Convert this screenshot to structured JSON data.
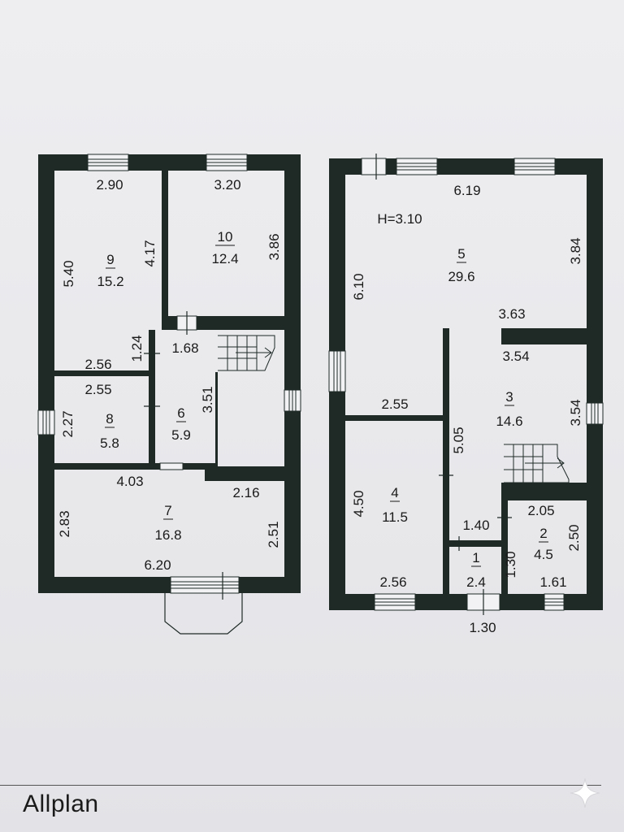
{
  "footer": {
    "brand": "Allplan",
    "sparkle_icon": "sparkle-icon"
  },
  "colors": {
    "wall": "#1f2a27",
    "paper": "#eeeef1",
    "text": "#1a1a1a"
  },
  "ground_floor": {
    "rooms": [
      {
        "number": "9",
        "area": "15.2"
      },
      {
        "number": "10",
        "area": "12.4"
      },
      {
        "number": "8",
        "area": "5.8"
      },
      {
        "number": "6",
        "area": "5.9"
      },
      {
        "number": "7",
        "area": "16.8"
      }
    ],
    "dims": [
      "2.90",
      "3.20",
      "5.40",
      "4.17",
      "3.86",
      "1.24",
      "1.68",
      "2.56",
      "2.55",
      "2.27",
      "3.51",
      "4.03",
      "2.16",
      "2.83",
      "2.51",
      "6.20"
    ]
  },
  "upper_floor": {
    "height_label": "H=3.10",
    "rooms": [
      {
        "number": "5",
        "area": "29.6"
      },
      {
        "number": "3",
        "area": "14.6"
      },
      {
        "number": "4",
        "area": "11.5"
      },
      {
        "number": "2",
        "area": "4.5"
      },
      {
        "number": "1",
        "area": "2.4"
      }
    ],
    "dims": [
      "6.19",
      "6.10",
      "3.84",
      "3.63",
      "3.54",
      "3.54",
      "2.55",
      "5.05",
      "4.50",
      "1.40",
      "2.05",
      "2.50",
      "1.30",
      "2.56",
      "1.61",
      "1.30"
    ]
  }
}
